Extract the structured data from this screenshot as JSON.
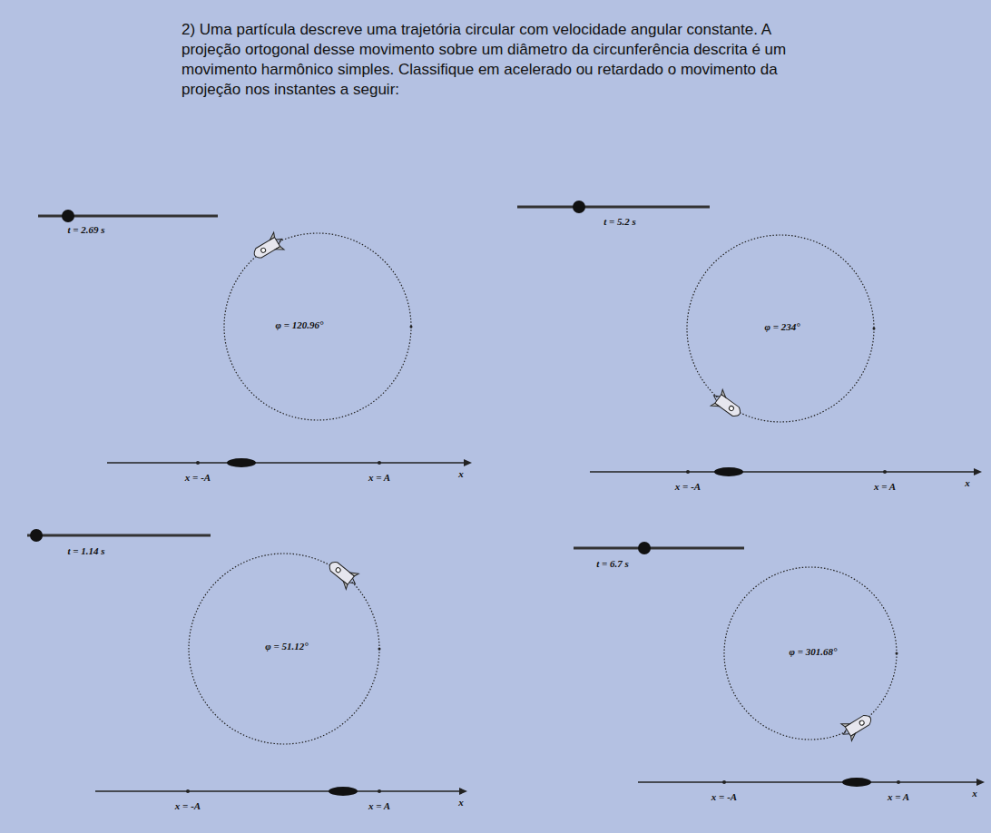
{
  "diagram": {
    "title": "2) Uma partícula descreve uma trajetória circular com velocidade angular constante. A projeção ortogonal desse movimento sobre um diâmetro da circunferência descrita é um movimento harmônico simples. Classifique em acelerado ou retardado o movimento da projeção nos instantes a seguir:",
    "labels": [
      "t = 2.69 s",
      "φ = 120.96°",
      "x = -A",
      "x = A",
      "x",
      "t = 5.2 s",
      "φ = 234°",
      "x = -A",
      "x = A",
      "x",
      "t = 1.14 s",
      "φ = 51.12°",
      "x = -A",
      "x = A",
      "x",
      "t = 6.7 s",
      "φ = 301.68°",
      "x = -A",
      "x = A",
      "x"
    ]
  }
}
